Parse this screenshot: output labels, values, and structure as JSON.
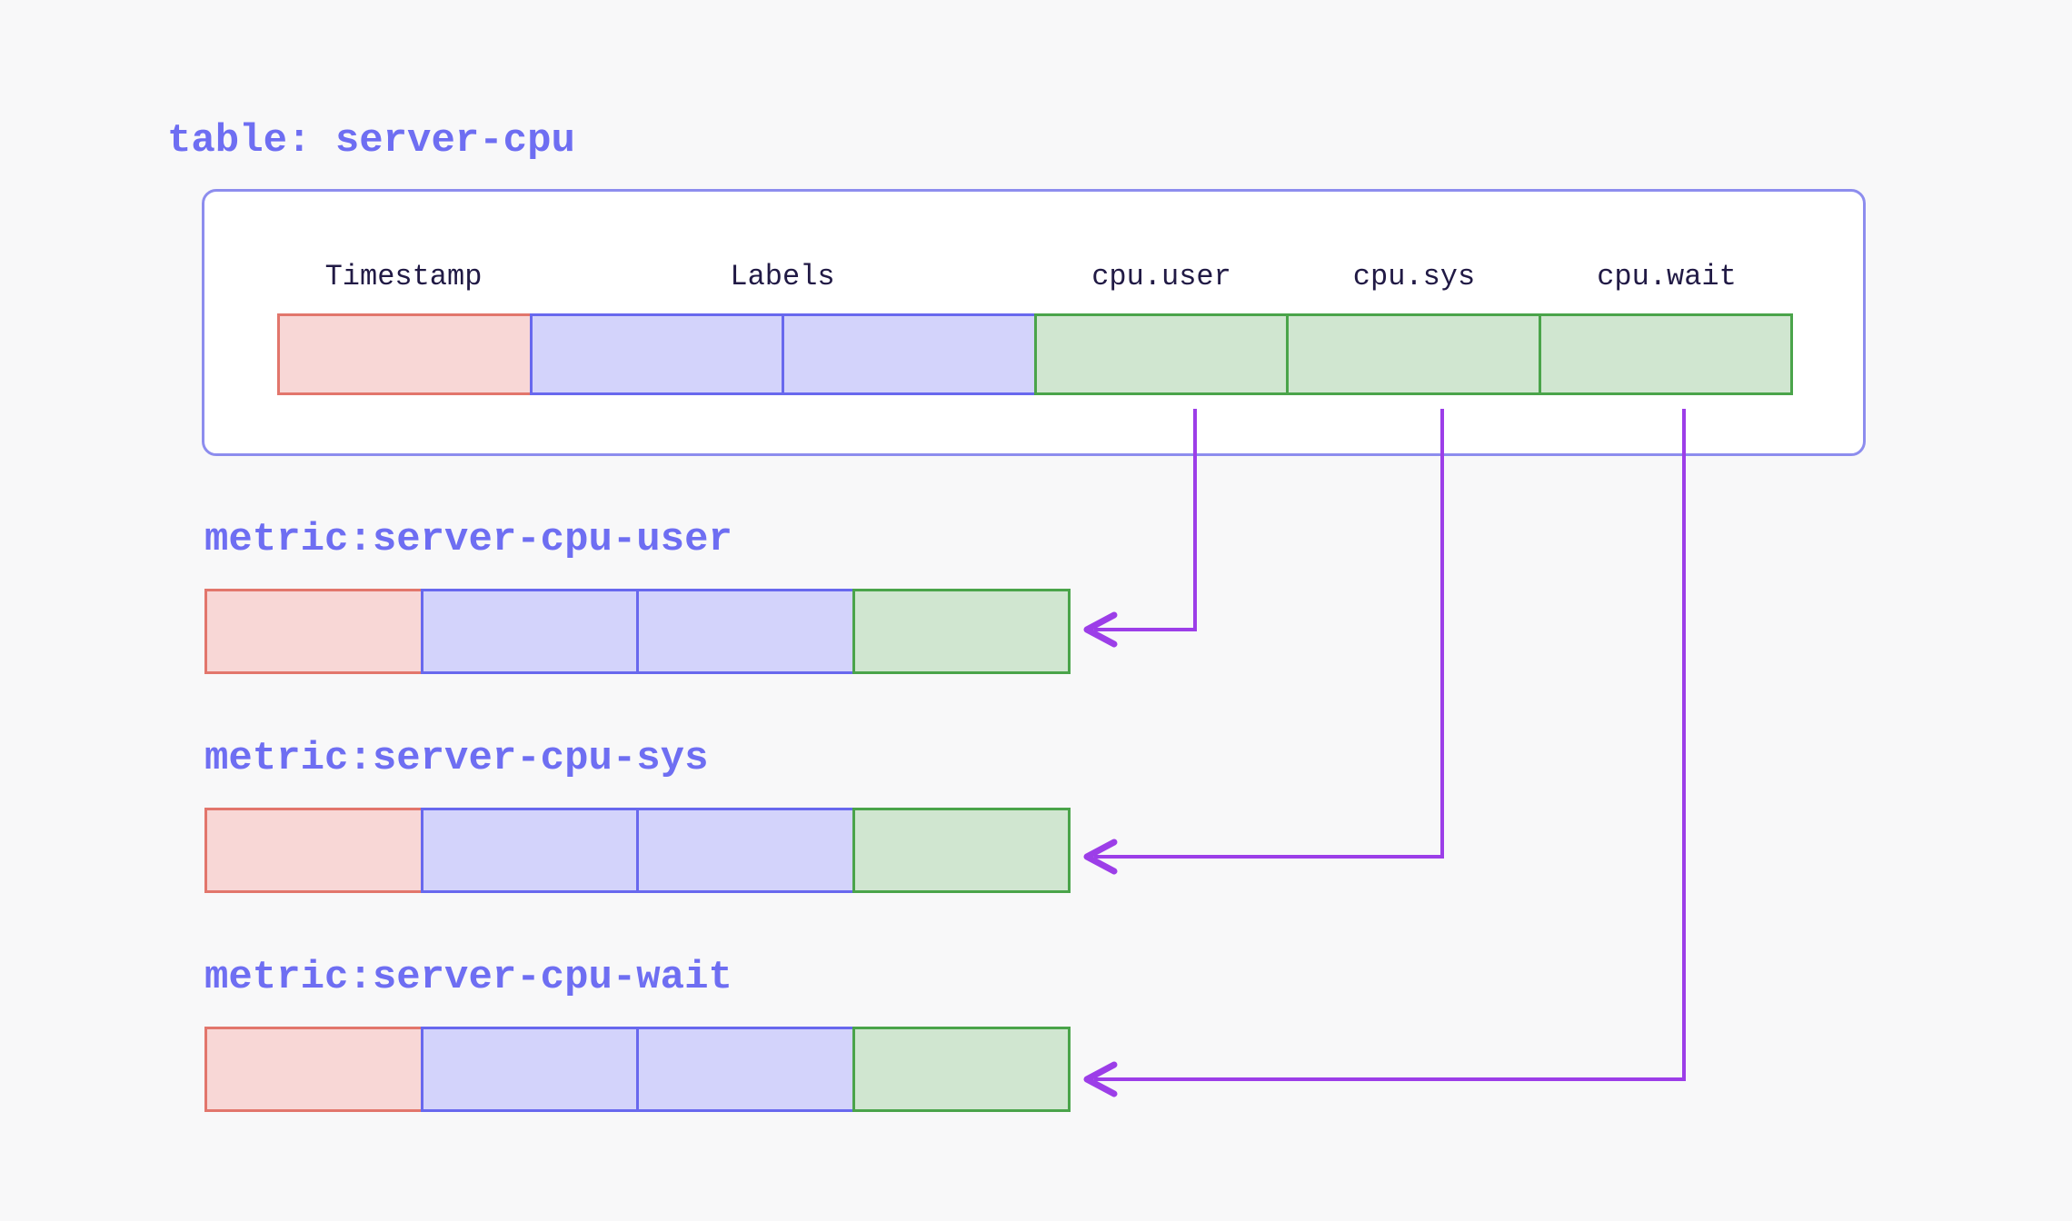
{
  "palette": {
    "background": "#f8f8f9",
    "panel_bg": "#ffffff",
    "panel_border": "#8d8dee",
    "heading_text": "#6e6ef2",
    "header_text": "#211a45",
    "timestamp_fill": "#f8d7d6",
    "timestamp_border": "#e2766c",
    "labels_fill": "#d3d3fb",
    "labels_border": "#6868ee",
    "value_fill": "#d0e6d0",
    "value_border": "#4aa44a",
    "arrow": "#9c3ee8"
  },
  "table": {
    "title": "table: server-cpu",
    "columns": [
      {
        "label": "Timestamp",
        "type": "timestamp"
      },
      {
        "label": "Labels",
        "type": "labels"
      },
      {
        "label": "cpu.user",
        "type": "value"
      },
      {
        "label": "cpu.sys",
        "type": "value"
      },
      {
        "label": "cpu.wait",
        "type": "value"
      }
    ],
    "row_cells": [
      "timestamp",
      "labels",
      "labels",
      "value",
      "value",
      "value"
    ]
  },
  "metrics": [
    {
      "title": "metric:server-cpu-user",
      "source_column": "cpu.user",
      "row_cells": [
        "timestamp",
        "labels",
        "labels",
        "value"
      ]
    },
    {
      "title": "metric:server-cpu-sys",
      "source_column": "cpu.sys",
      "row_cells": [
        "timestamp",
        "labels",
        "labels",
        "value"
      ]
    },
    {
      "title": "metric:server-cpu-wait",
      "source_column": "cpu.wait",
      "row_cells": [
        "timestamp",
        "labels",
        "labels",
        "value"
      ]
    }
  ],
  "arrows": [
    {
      "from": "cpu.user",
      "to": "metric:server-cpu-user"
    },
    {
      "from": "cpu.sys",
      "to": "metric:server-cpu-sys"
    },
    {
      "from": "cpu.wait",
      "to": "metric:server-cpu-wait"
    }
  ]
}
